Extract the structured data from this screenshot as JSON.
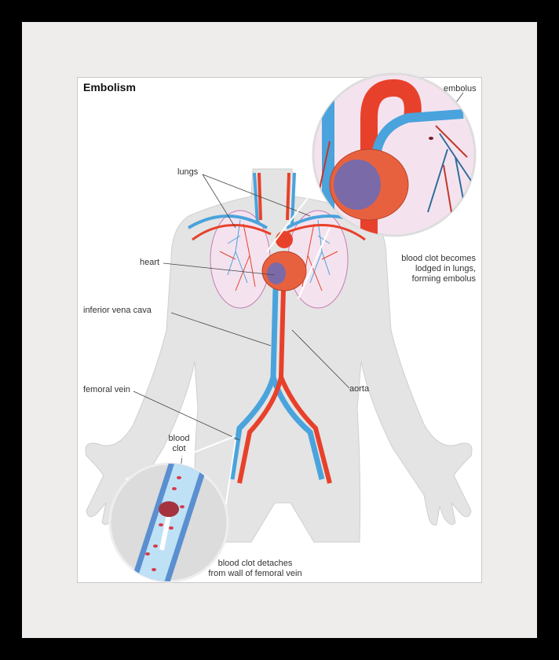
{
  "title": "Embolism",
  "labels": {
    "embolus": "embolus",
    "lungs": "lungs",
    "heart": "heart",
    "inferior_vena_cava": "inferior vena cava",
    "femoral_vein": "femoral vein",
    "aorta": "aorta",
    "lodged": [
      "blood clot becomes",
      "lodged in lungs,",
      "forming embolus"
    ],
    "blood_clot": [
      "blood",
      "clot"
    ],
    "detaches": [
      "blood clot detaches",
      "from wall of femoral vein"
    ]
  },
  "colors": {
    "artery": "#e8412b",
    "vein": "#4aa3dc",
    "lung": "#f4e3ef",
    "body": "#e4e4e4"
  }
}
